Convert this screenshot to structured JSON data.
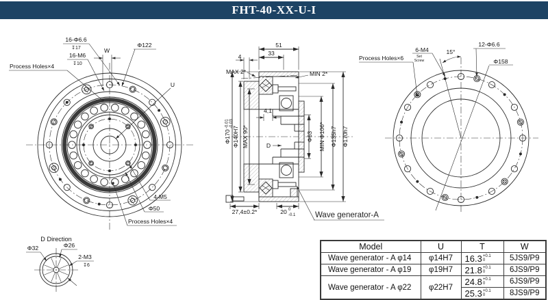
{
  "title_bar": {
    "title": "FHT-40-XX-U-I"
  },
  "front_view": {
    "process_holes_top": "Process Holes×4",
    "holes_16_d66": "16-Φ6.6",
    "holes_16_d66_depth": "↧17",
    "holes_16_m6": "16-M6",
    "holes_16_m6_depth": "↧10",
    "w_label": "W",
    "d122": "Φ122",
    "u_label": "U",
    "m5_label": "4-M5",
    "d50": "Φ50",
    "process_holes_bottom": "Process Holes×4"
  },
  "section_view": {
    "w51": "51",
    "w33": "33",
    "w4": "4",
    "max2": "MAX 2*",
    "min2": "MIN 2*",
    "d170_main": "Φ170",
    "d170_sup": "-0.01",
    "d170_sub": "-0.03",
    "d140": "Φ140H7",
    "max90": "MAX 90*",
    "w41": "4,1",
    "d63": "Φ63",
    "d106": "MIN Φ106*",
    "d135": "Φ135h7",
    "d170h7": "Φ170h7",
    "d_label": "D",
    "w274": "27,4±0.2*",
    "w20": "20",
    "w20_sup": "0",
    "w20_sub": "-0.1",
    "wave_generator": "Wave generator-A"
  },
  "rear_view": {
    "process_holes": "Process Holes×6",
    "m4_label": "6-M4",
    "m4_note1": "Set",
    "m4_note2": "Screw",
    "a15": "15°",
    "d66_12": "12-Φ6.6",
    "d158": "Φ158"
  },
  "d_detail": {
    "heading": "D Direction",
    "d32": "Φ32",
    "d26": "Φ26",
    "m3_label": "2-M3",
    "m3_depth": "↧6"
  },
  "table": {
    "headers": [
      "Model",
      "U",
      "T",
      "W"
    ],
    "rows": [
      {
        "model": "Wave generator - A φ14",
        "u": "φ14H7",
        "t": "16.3",
        "t_sup": "+0.1",
        "t_sub": "0",
        "w": "5JS9/P9"
      },
      {
        "model": "Wave generator - A φ19",
        "u": "φ19H7",
        "t": "21.8",
        "t_sup": "+0.1",
        "t_sub": "0",
        "w": "6JS9/P9"
      },
      {
        "model": "Wave generator - A φ22",
        "u": "φ22H7",
        "t": "24.8",
        "t_sup": "+0.1",
        "t_sub": "0",
        "w": "6JS9/P9",
        "t2": "25.3",
        "t2_sup": "+0.1",
        "t2_sub": "0",
        "w2": "8JS9/P9"
      }
    ]
  },
  "colors": {
    "title_bar_bg": "#1d4364",
    "title_text": "#ffffff",
    "line_color": "#2b2b2b"
  }
}
